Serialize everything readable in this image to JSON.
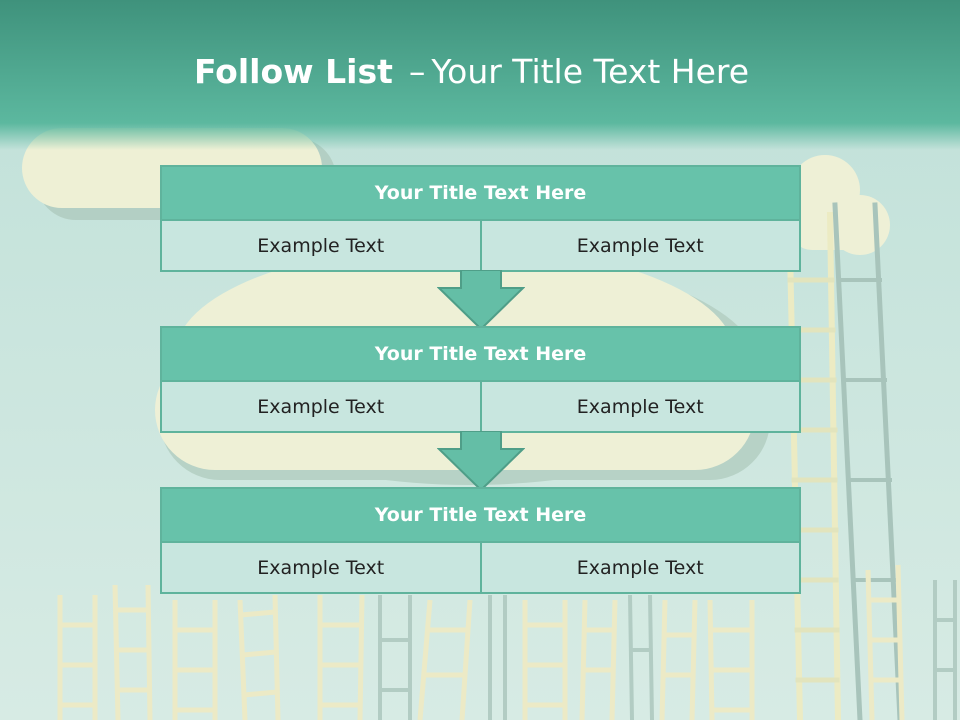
{
  "slide": {
    "title_strong": "Follow List",
    "title_dash": "–",
    "title_rest": "Your Title Text Here"
  },
  "steps": [
    {
      "title": "Your Title Text Here",
      "left": "Example Text",
      "right": "Example Text"
    },
    {
      "title": "Your Title Text Here",
      "left": "Example Text",
      "right": "Example Text"
    },
    {
      "title": "Your Title Text Here",
      "left": "Example Text",
      "right": "Example Text"
    }
  ],
  "colors": {
    "header_top": "#3d937c",
    "header_bottom": "#5bb79e",
    "block_title": "#67c2aa",
    "block_row": "#c8e6df",
    "border": "#5fb39c",
    "arrow": "#64bea6"
  }
}
